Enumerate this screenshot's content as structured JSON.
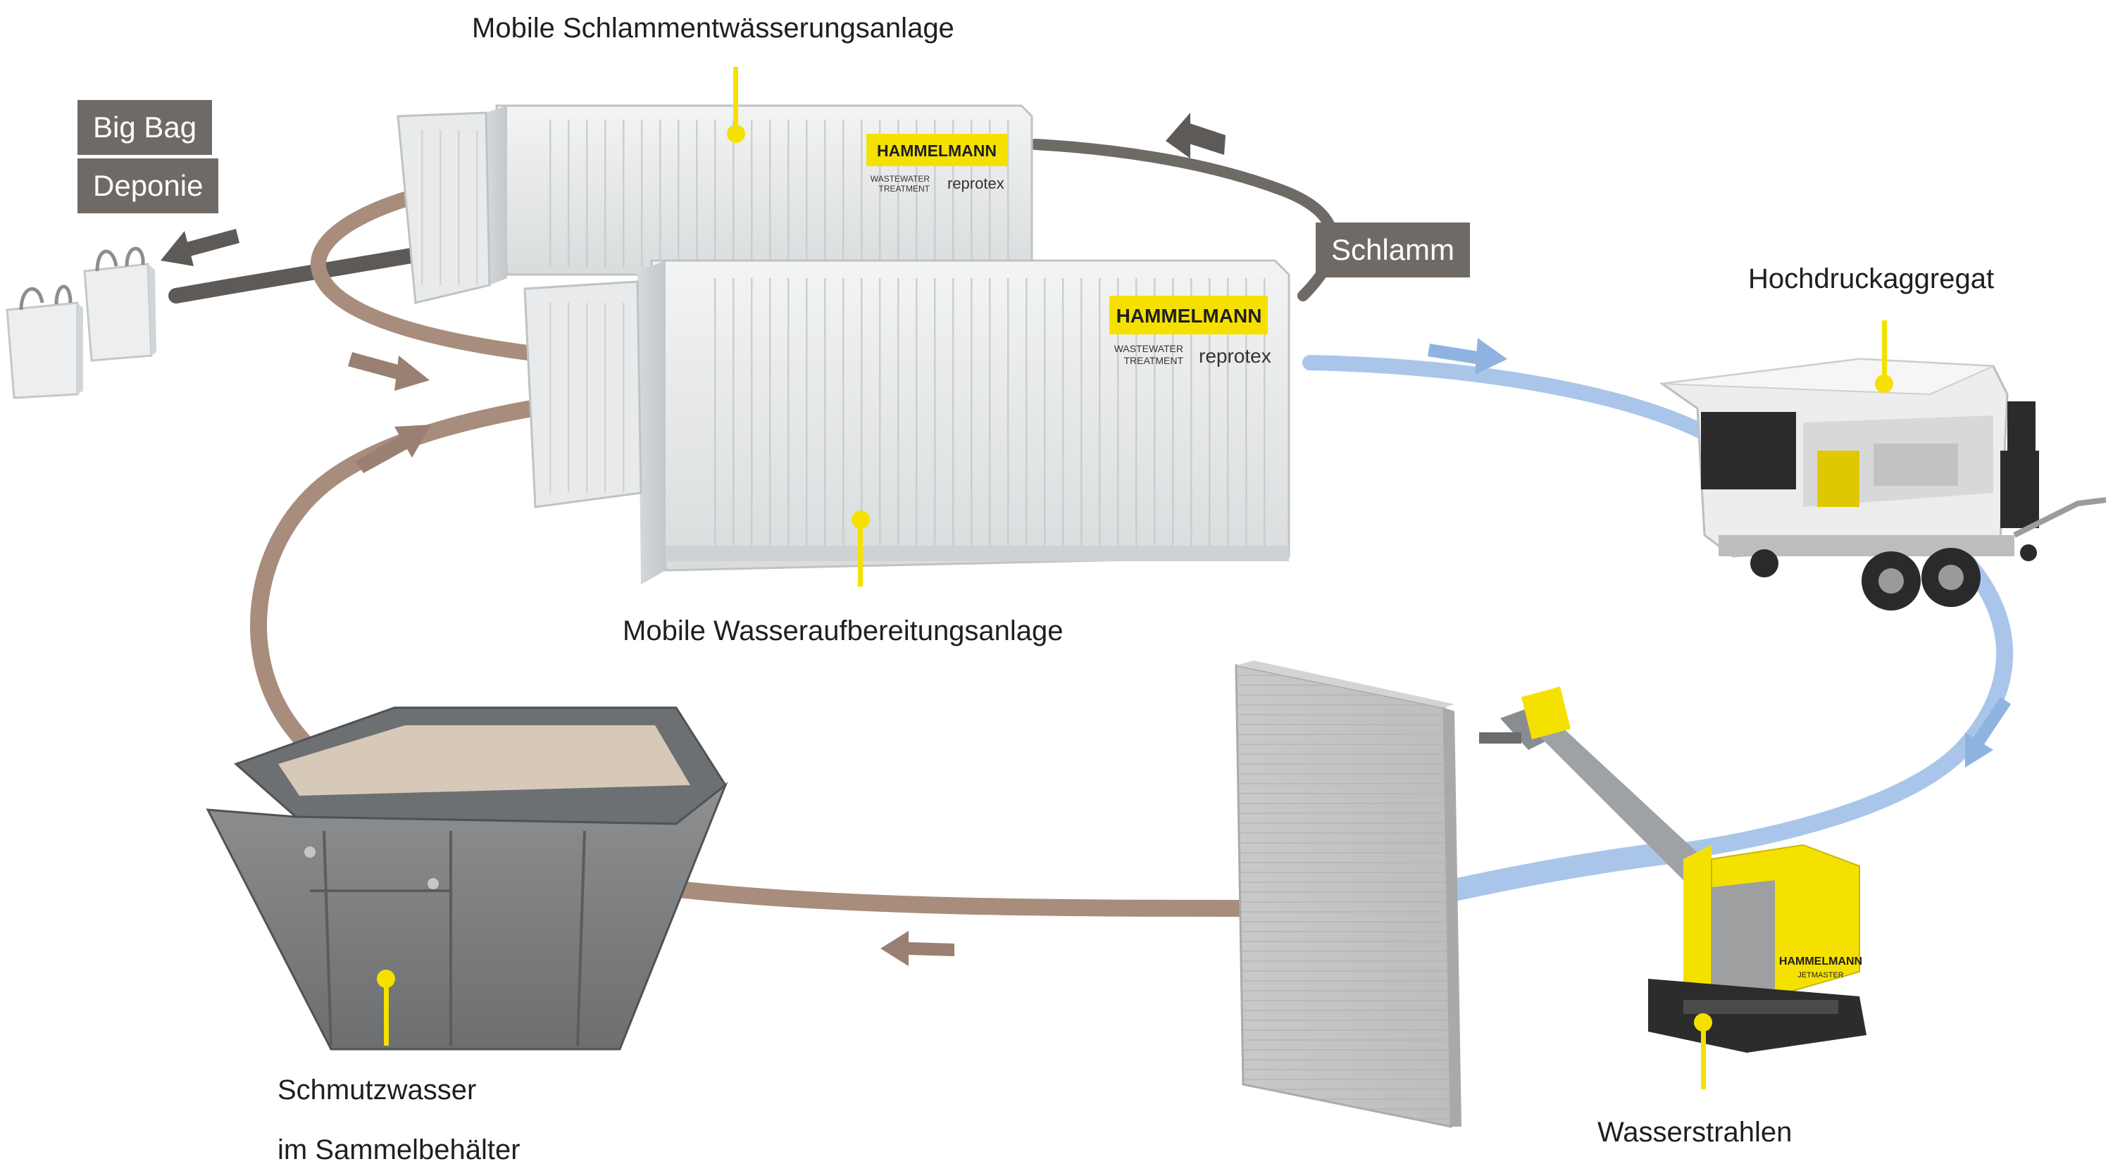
{
  "labels": {
    "dewatering_plant": "Mobile Schlammentwässerungsanlage",
    "water_treatment_plant": "Mobile Wasseraufbereitungsanlage",
    "high_pressure_unit": "Hochdruckaggregat",
    "water_jetting": "Wasserstrahlen",
    "dirty_water_line1": "Schmutzwasser",
    "dirty_water_line2": "im Sammelbehälter"
  },
  "tags": {
    "big_bag": "Big Bag",
    "landfill": "Deponie",
    "sludge": "Schlamm"
  },
  "branding": {
    "container_logo": "HAMMELMANN",
    "container_sub1": "WASTEWATER",
    "container_sub2": "TREATMENT",
    "container_partner": "reprotex",
    "robot_logo": "HAMMELMANN",
    "robot_model": "JETMASTER"
  },
  "colors": {
    "marker_yellow": "#f5e100",
    "tag_grey": "#6f6a65",
    "dirty_water_brown": "#a88c7c",
    "clean_water_blue": "#a9c6ea",
    "sludge_grey": "#6e6a66",
    "brand_yellow": "#f5e100"
  }
}
